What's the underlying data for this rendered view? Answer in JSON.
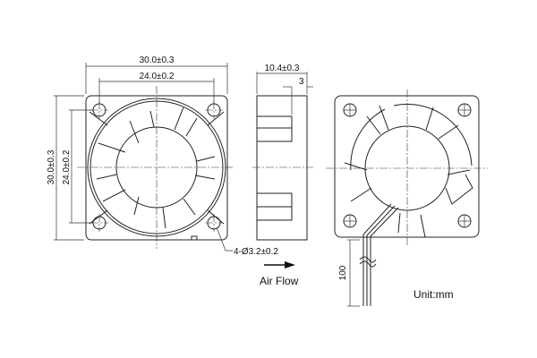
{
  "front_view": {
    "width_overall": "30.0±0.3",
    "width_holes": "24.0±0.2",
    "height_overall": "30.0±0.3",
    "height_holes": "24.0±0.2",
    "hole_callout": "4-Ø3.2±0.2"
  },
  "side_view": {
    "thickness": "10.4±0.3",
    "offset": "3"
  },
  "air_flow": {
    "label": "Air Flow"
  },
  "back_view": {
    "lead_length": "100"
  },
  "unit": "Unit:mm"
}
